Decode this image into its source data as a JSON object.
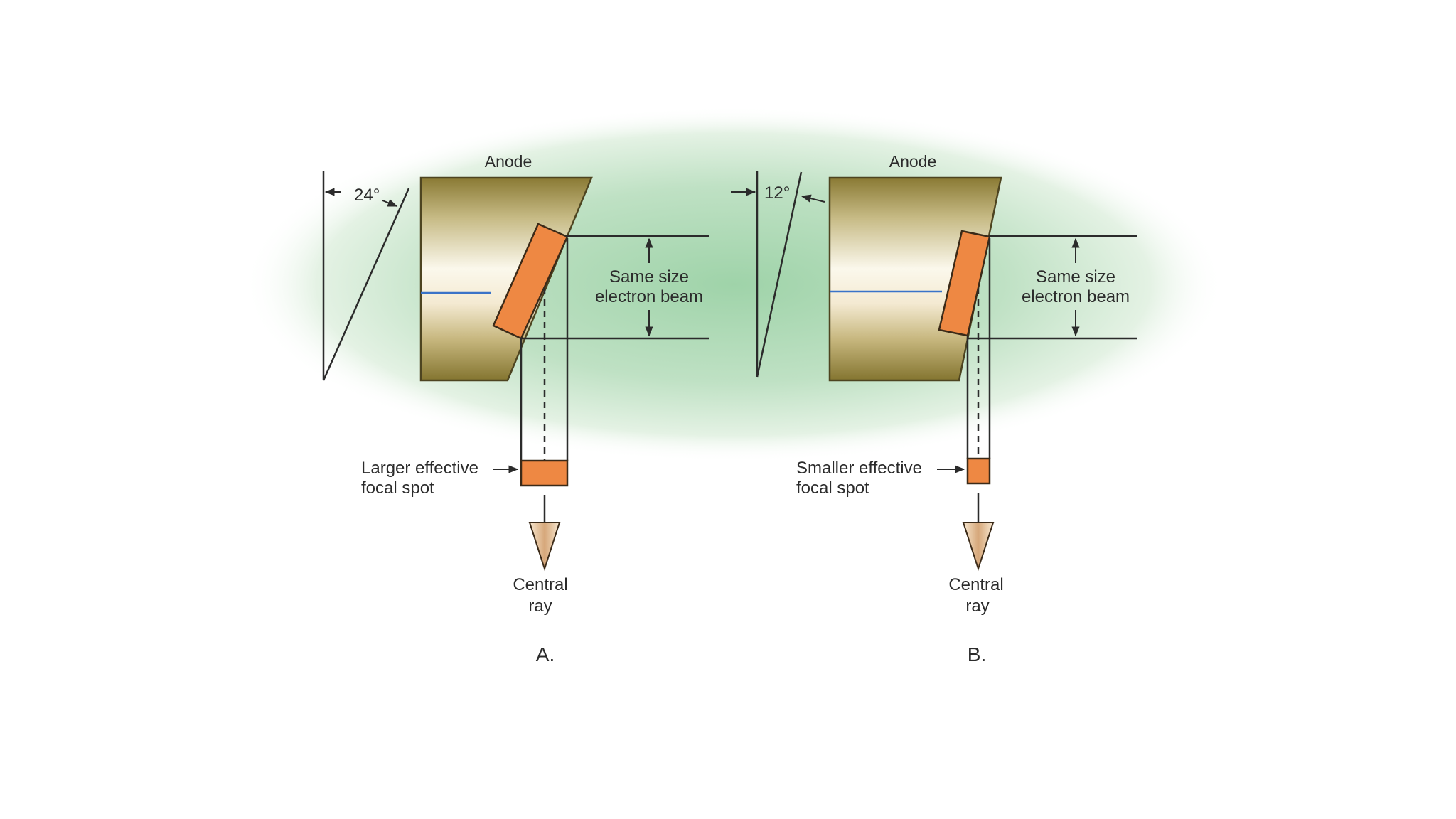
{
  "panels": [
    {
      "anode_label": "Anode",
      "angle_label": "24°",
      "beam_label_line1": "Same size",
      "beam_label_line2": "electron beam",
      "focal_label_line1": "Larger effective",
      "focal_label_line2": "focal spot",
      "ray_label_line1": "Central",
      "ray_label_line2": "ray",
      "caption": "A."
    },
    {
      "anode_label": "Anode",
      "angle_label": "12°",
      "beam_label_line1": "Same size",
      "beam_label_line2": "electron beam",
      "focal_label_line1": "Smaller effective",
      "focal_label_line2": "focal spot",
      "ray_label_line1": "Central",
      "ray_label_line2": "ray",
      "caption": "B."
    }
  ],
  "colors": {
    "background_glow": "#a9d6b0",
    "anode_dark": "#8a7a34",
    "anode_light": "#fbf8ec",
    "target": "#ee8843",
    "line": "#2b2b2b",
    "anode_midline": "#3a73c8"
  }
}
